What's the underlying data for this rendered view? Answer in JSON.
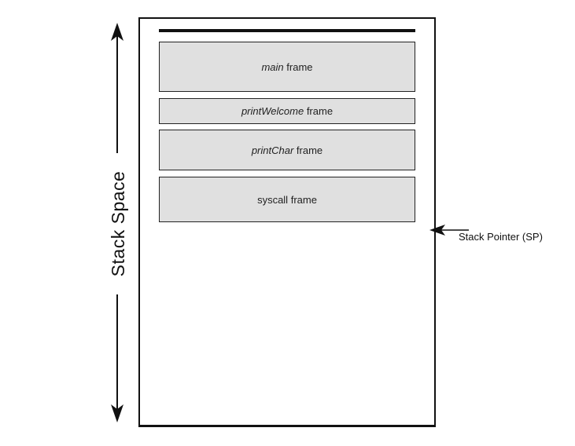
{
  "diagram": {
    "stack_space_label": "Stack Space",
    "stack_pointer_label": "Stack Pointer (SP)",
    "frames": [
      {
        "name": "main",
        "suffix": "frame",
        "italic_name": true
      },
      {
        "name": "printWelcome",
        "suffix": "frame",
        "italic_name": true
      },
      {
        "name": "printChar",
        "suffix": "frame",
        "italic_name": true
      },
      {
        "name": "syscall",
        "suffix": "frame",
        "italic_name": false
      }
    ]
  }
}
